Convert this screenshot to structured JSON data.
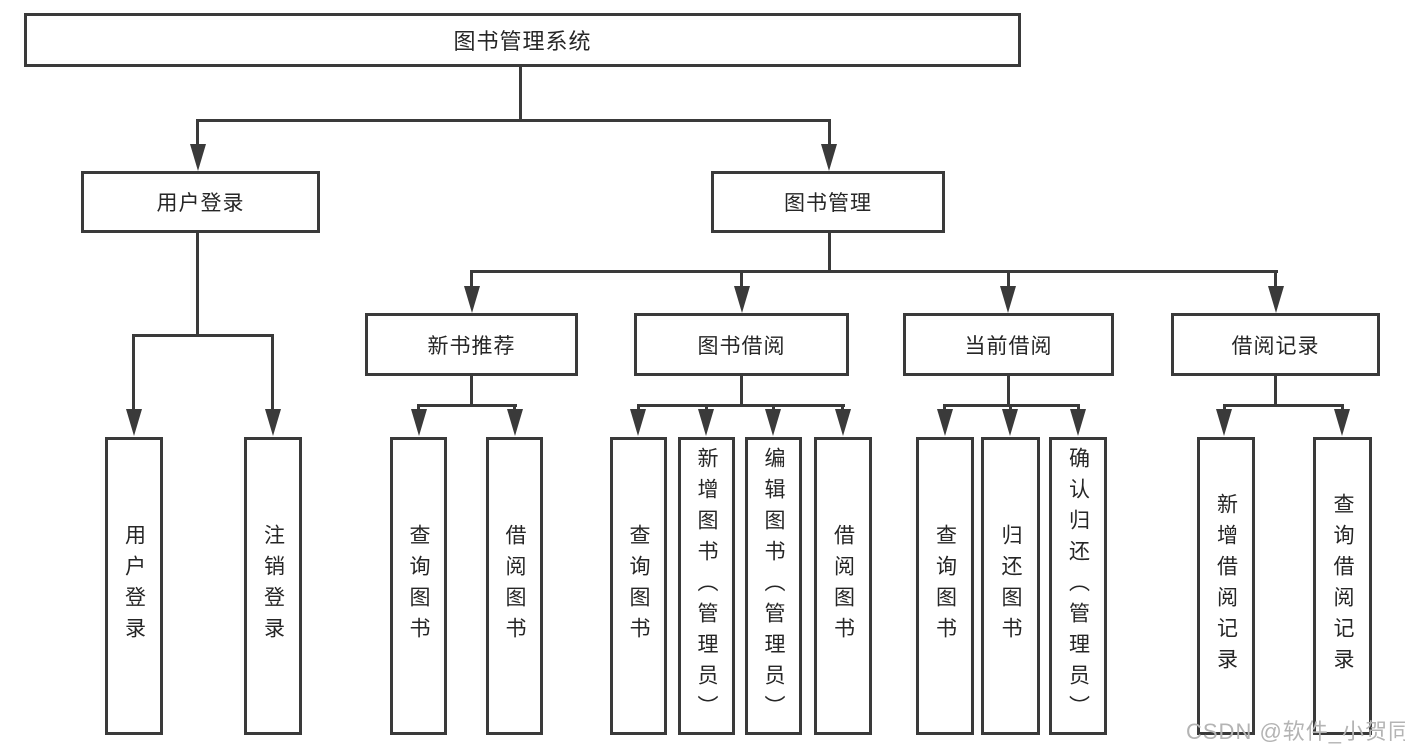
{
  "watermark": "CSDN @软件_小贺同学",
  "colors": {
    "line": "#3a3a3a",
    "text": "#262626",
    "background": "#ffffff",
    "watermark": "#b4b4b4"
  },
  "nodes": {
    "root": {
      "label": "图书管理系统"
    },
    "level1": [
      {
        "label": "用户登录",
        "parent": "图书管理系统"
      },
      {
        "label": "图书管理",
        "parent": "图书管理系统"
      }
    ],
    "level2": [
      {
        "label": "新书推荐",
        "parent": "图书管理"
      },
      {
        "label": "图书借阅",
        "parent": "图书管理"
      },
      {
        "label": "当前借阅",
        "parent": "图书管理"
      },
      {
        "label": "借阅记录",
        "parent": "图书管理"
      }
    ],
    "leaves": [
      {
        "label": "用户登录",
        "parent": "用户登录"
      },
      {
        "label": "注销登录",
        "parent": "用户登录"
      },
      {
        "label": "查询图书",
        "parent": "新书推荐"
      },
      {
        "label": "借阅图书",
        "parent": "新书推荐"
      },
      {
        "label": "查询图书",
        "parent": "图书借阅"
      },
      {
        "label": "新增图书（管理员）",
        "parent": "图书借阅"
      },
      {
        "label": "编辑图书（管理员）",
        "parent": "图书借阅"
      },
      {
        "label": "借阅图书",
        "parent": "图书借阅"
      },
      {
        "label": "查询图书",
        "parent": "当前借阅"
      },
      {
        "label": "归还图书",
        "parent": "当前借阅"
      },
      {
        "label": "确认归还（管理员）",
        "parent": "当前借阅"
      },
      {
        "label": "新增借阅记录",
        "parent": "借阅记录"
      },
      {
        "label": "查询借阅记录",
        "parent": "借阅记录"
      }
    ]
  }
}
